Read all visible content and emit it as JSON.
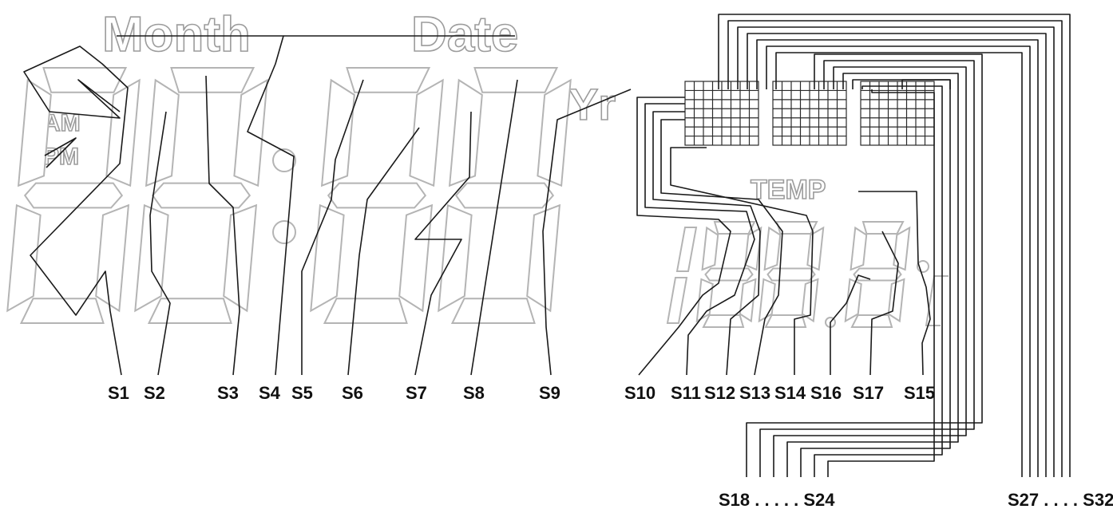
{
  "display_labels": {
    "month": "Month",
    "date": "Date",
    "am": "AM",
    "pm": "PM",
    "yr": "Yr",
    "temp": "TEMP"
  },
  "pins": {
    "s1": "S1",
    "s2": "S2",
    "s3": "S3",
    "s4": "S4",
    "s5": "S5",
    "s6": "S6",
    "s7": "S7",
    "s8": "S8",
    "s9": "S9",
    "s10": "S10",
    "s11": "S11",
    "s12": "S12",
    "s13": "S13",
    "s14": "S14",
    "s16": "S16",
    "s17": "S17",
    "s15": "S15",
    "s18_s24": "S18 . . . . . S24",
    "s27_s32": "S27 . . . . S32"
  },
  "colors": {
    "segment_outline": "#b4b4b4",
    "lead_line": "#1a1a1a",
    "label": "#111111"
  }
}
